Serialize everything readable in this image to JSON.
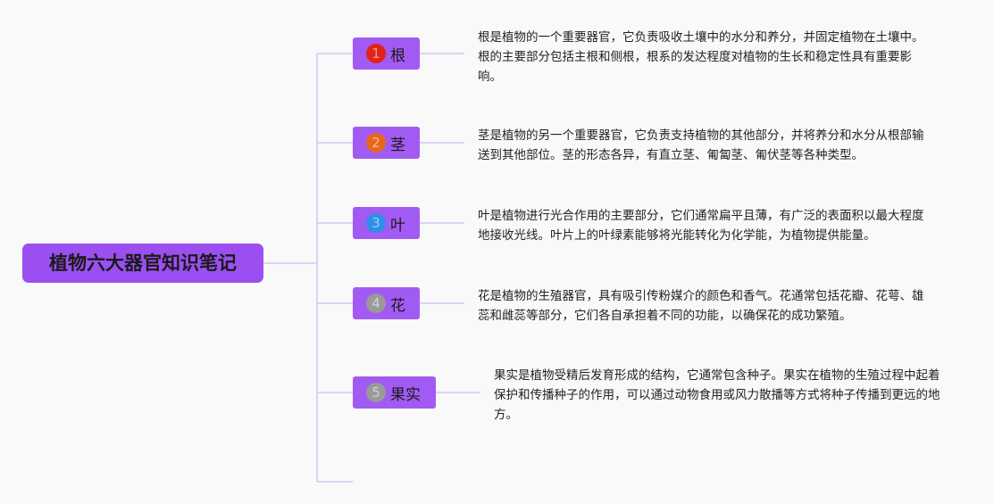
{
  "title": "植物六大器官知识笔记",
  "colors": {
    "background": "#f9f9f9",
    "root_fill": "#9b4ff0",
    "branch_fill": "#a25bf2",
    "connector": "#d9c4f2"
  },
  "branches": [
    {
      "num": "1",
      "label": "根",
      "badge_color": "#e2231a",
      "desc": "根是植物的一个重要器官，它负责吸收土壤中的水分和养分，并固定植物在土壤中。根的主要部分包括主根和侧根，根系的发达程度对植物的生长和稳定性具有重要影响。"
    },
    {
      "num": "2",
      "label": "茎",
      "badge_color": "#e8671c",
      "desc": "茎是植物的另一个重要器官，它负责支持植物的其他部分，并将养分和水分从根部输送到其他部位。茎的形态各异，有直立茎、匍匐茎、匍伏茎等各种类型。"
    },
    {
      "num": "3",
      "label": "叶",
      "badge_color": "#2e8ee8",
      "desc": "叶是植物进行光合作用的主要部分，它们通常扁平且薄，有广泛的表面积以最大程度地接收光线。叶片上的叶绿素能够将光能转化为化学能，为植物提供能量。"
    },
    {
      "num": "4",
      "label": "花",
      "badge_color": "#9a9a9a",
      "desc": "花是植物的生殖器官，具有吸引传粉媒介的颜色和香气。花通常包括花瓣、花萼、雄蕊和雌蕊等部分，它们各自承担着不同的功能，以确保花的成功繁殖。"
    },
    {
      "num": "5",
      "label": "果实",
      "badge_color": "#9a9a9a",
      "desc": "果实是植物受精后发育形成的结构，它通常包含种子。果实在植物的生殖过程中起着保护和传播种子的作用，可以通过动物食用或风力散播等方式将种子传播到更远的地方。"
    }
  ]
}
